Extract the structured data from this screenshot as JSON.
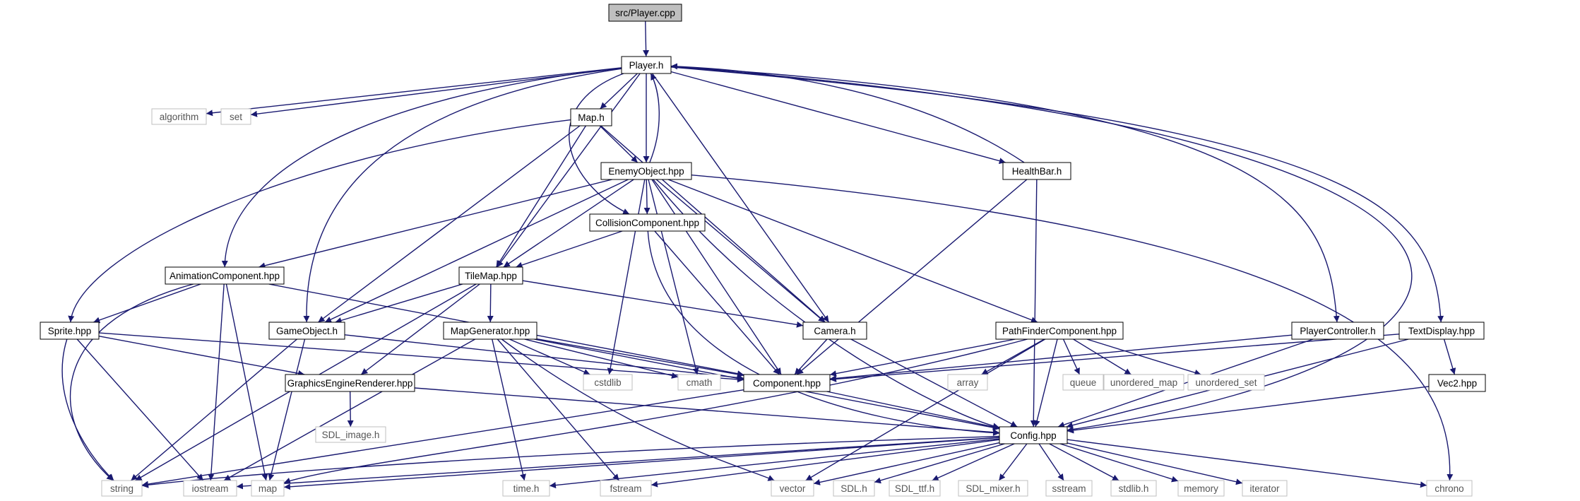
{
  "diagram": {
    "nodes": [
      {
        "id": "player_cpp",
        "label": "src/Player.cpp",
        "kind": "root"
      },
      {
        "id": "player_h",
        "label": "Player.h",
        "kind": "project"
      },
      {
        "id": "algorithm",
        "label": "algorithm",
        "kind": "system"
      },
      {
        "id": "set",
        "label": "set",
        "kind": "system"
      },
      {
        "id": "map_h",
        "label": "Map.h",
        "kind": "project"
      },
      {
        "id": "enemyobject",
        "label": "EnemyObject.hpp",
        "kind": "project"
      },
      {
        "id": "healthbar",
        "label": "HealthBar.h",
        "kind": "project"
      },
      {
        "id": "collision",
        "label": "CollisionComponent.hpp",
        "kind": "project"
      },
      {
        "id": "animation",
        "label": "AnimationComponent.hpp",
        "kind": "project"
      },
      {
        "id": "tilemap",
        "label": "TileMap.hpp",
        "kind": "project"
      },
      {
        "id": "sprite",
        "label": "Sprite.hpp",
        "kind": "project"
      },
      {
        "id": "gameobject",
        "label": "GameObject.h",
        "kind": "project"
      },
      {
        "id": "mapgen",
        "label": "MapGenerator.hpp",
        "kind": "project"
      },
      {
        "id": "camera",
        "label": "Camera.h",
        "kind": "project"
      },
      {
        "id": "pathfinder",
        "label": "PathFinderComponent.hpp",
        "kind": "project"
      },
      {
        "id": "playercontroller",
        "label": "PlayerController.h",
        "kind": "project"
      },
      {
        "id": "textdisplay",
        "label": "TextDisplay.hpp",
        "kind": "project"
      },
      {
        "id": "gfxrenderer",
        "label": "GraphicsEngineRenderer.hpp",
        "kind": "project"
      },
      {
        "id": "cstdlib",
        "label": "cstdlib",
        "kind": "system"
      },
      {
        "id": "cmath",
        "label": "cmath",
        "kind": "system"
      },
      {
        "id": "component",
        "label": "Component.hpp",
        "kind": "project"
      },
      {
        "id": "array",
        "label": "array",
        "kind": "system"
      },
      {
        "id": "queue",
        "label": "queue",
        "kind": "system"
      },
      {
        "id": "unordered_map",
        "label": "unordered_map",
        "kind": "system"
      },
      {
        "id": "unordered_set",
        "label": "unordered_set",
        "kind": "system"
      },
      {
        "id": "vec2",
        "label": "Vec2.hpp",
        "kind": "project"
      },
      {
        "id": "sdl_image",
        "label": "SDL_image.h",
        "kind": "system"
      },
      {
        "id": "config",
        "label": "Config.hpp",
        "kind": "project"
      },
      {
        "id": "string",
        "label": "string",
        "kind": "system"
      },
      {
        "id": "iostream",
        "label": "iostream",
        "kind": "system"
      },
      {
        "id": "map",
        "label": "map",
        "kind": "system"
      },
      {
        "id": "time_h",
        "label": "time.h",
        "kind": "system"
      },
      {
        "id": "fstream",
        "label": "fstream",
        "kind": "system"
      },
      {
        "id": "vector",
        "label": "vector",
        "kind": "system"
      },
      {
        "id": "sdl_h",
        "label": "SDL.h",
        "kind": "system"
      },
      {
        "id": "sdl_ttf",
        "label": "SDL_ttf.h",
        "kind": "system"
      },
      {
        "id": "sdl_mixer",
        "label": "SDL_mixer.h",
        "kind": "system"
      },
      {
        "id": "sstream",
        "label": "sstream",
        "kind": "system"
      },
      {
        "id": "stdlib_h",
        "label": "stdlib.h",
        "kind": "system"
      },
      {
        "id": "memory",
        "label": "memory",
        "kind": "system"
      },
      {
        "id": "iterator",
        "label": "iterator",
        "kind": "system"
      },
      {
        "id": "chrono",
        "label": "chrono",
        "kind": "system"
      }
    ],
    "edges": [
      [
        "player_cpp",
        "player_h"
      ],
      [
        "player_h",
        "algorithm"
      ],
      [
        "player_h",
        "set"
      ],
      [
        "player_h",
        "map_h"
      ],
      [
        "player_h",
        "enemyobject"
      ],
      [
        "player_h",
        "healthbar"
      ],
      [
        "player_h",
        "collision"
      ],
      [
        "player_h",
        "animation"
      ],
      [
        "player_h",
        "tilemap"
      ],
      [
        "player_h",
        "gameobject"
      ],
      [
        "player_h",
        "camera"
      ],
      [
        "player_h",
        "playercontroller"
      ],
      [
        "player_h",
        "textdisplay"
      ],
      [
        "player_h",
        "config"
      ],
      [
        "map_h",
        "enemyobject"
      ],
      [
        "map_h",
        "sprite"
      ],
      [
        "map_h",
        "gameobject"
      ],
      [
        "map_h",
        "tilemap"
      ],
      [
        "map_h",
        "camera"
      ],
      [
        "enemyobject",
        "player_h"
      ],
      [
        "enemyobject",
        "collision"
      ],
      [
        "enemyobject",
        "animation"
      ],
      [
        "enemyobject",
        "tilemap"
      ],
      [
        "enemyobject",
        "gameobject"
      ],
      [
        "enemyobject",
        "camera"
      ],
      [
        "enemyobject",
        "pathfinder"
      ],
      [
        "enemyobject",
        "cstdlib"
      ],
      [
        "enemyobject",
        "cmath"
      ],
      [
        "enemyobject",
        "config"
      ],
      [
        "enemyobject",
        "chrono"
      ],
      [
        "enemyobject",
        "component"
      ],
      [
        "healthbar",
        "player_h"
      ],
      [
        "healthbar",
        "component"
      ],
      [
        "healthbar",
        "config"
      ],
      [
        "collision",
        "tilemap"
      ],
      [
        "collision",
        "component"
      ],
      [
        "collision",
        "config"
      ],
      [
        "animation",
        "sprite"
      ],
      [
        "animation",
        "component"
      ],
      [
        "animation",
        "string"
      ],
      [
        "animation",
        "iostream"
      ],
      [
        "animation",
        "map"
      ],
      [
        "tilemap",
        "gameobject"
      ],
      [
        "tilemap",
        "mapgen"
      ],
      [
        "tilemap",
        "camera"
      ],
      [
        "tilemap",
        "gfxrenderer"
      ],
      [
        "tilemap",
        "string"
      ],
      [
        "sprite",
        "component"
      ],
      [
        "sprite",
        "gfxrenderer"
      ],
      [
        "sprite",
        "string"
      ],
      [
        "sprite",
        "iostream"
      ],
      [
        "gameobject",
        "component"
      ],
      [
        "gameobject",
        "string"
      ],
      [
        "gameobject",
        "map"
      ],
      [
        "mapgen",
        "component"
      ],
      [
        "mapgen",
        "cstdlib"
      ],
      [
        "mapgen",
        "cmath"
      ],
      [
        "mapgen",
        "time_h"
      ],
      [
        "mapgen",
        "fstream"
      ],
      [
        "mapgen",
        "vector"
      ],
      [
        "mapgen",
        "config"
      ],
      [
        "mapgen",
        "iostream"
      ],
      [
        "camera",
        "component"
      ],
      [
        "camera",
        "config"
      ],
      [
        "pathfinder",
        "component"
      ],
      [
        "pathfinder",
        "array"
      ],
      [
        "pathfinder",
        "queue"
      ],
      [
        "pathfinder",
        "unordered_map"
      ],
      [
        "pathfinder",
        "unordered_set"
      ],
      [
        "pathfinder",
        "config"
      ],
      [
        "pathfinder",
        "vector"
      ],
      [
        "pathfinder",
        "map"
      ],
      [
        "playercontroller",
        "component"
      ],
      [
        "playercontroller",
        "config"
      ],
      [
        "textdisplay",
        "vec2"
      ],
      [
        "textdisplay",
        "component"
      ],
      [
        "textdisplay",
        "config"
      ],
      [
        "vec2",
        "config"
      ],
      [
        "gfxrenderer",
        "sdl_image"
      ],
      [
        "gfxrenderer",
        "config"
      ],
      [
        "component",
        "config"
      ],
      [
        "component",
        "string"
      ],
      [
        "config",
        "string"
      ],
      [
        "config",
        "iostream"
      ],
      [
        "config",
        "map"
      ],
      [
        "config",
        "time_h"
      ],
      [
        "config",
        "fstream"
      ],
      [
        "config",
        "vector"
      ],
      [
        "config",
        "sdl_h"
      ],
      [
        "config",
        "sdl_ttf"
      ],
      [
        "config",
        "sdl_mixer"
      ],
      [
        "config",
        "sstream"
      ],
      [
        "config",
        "stdlib_h"
      ],
      [
        "config",
        "memory"
      ],
      [
        "config",
        "iterator"
      ],
      [
        "config",
        "chrono"
      ]
    ]
  }
}
